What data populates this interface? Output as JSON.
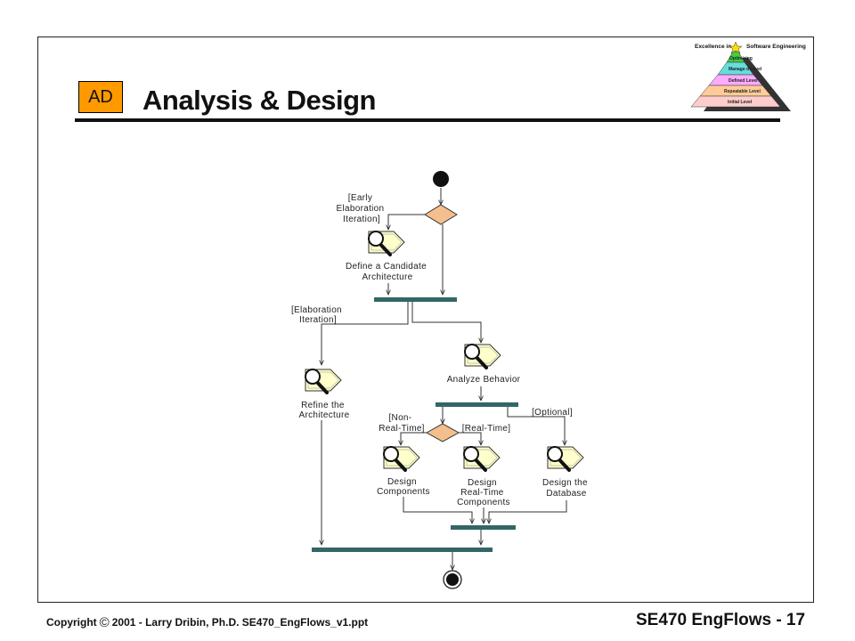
{
  "header": {
    "badge": "AD",
    "title": "Analysis & Design"
  },
  "pyramid": {
    "caption_left": "Excellence in",
    "caption_right": "Software Engineering",
    "levels": [
      "Optimizing",
      "Manage d Level",
      "Defined Level",
      "Repeatable Level",
      "Initial Level"
    ],
    "colors": [
      "#44cc44",
      "#66dddd",
      "#ffaaff",
      "#ffcc99",
      "#ffcccc"
    ]
  },
  "diagram": {
    "guards": {
      "early_elaboration": [
        "[Early",
        "Elaboration",
        "Iteration]"
      ],
      "elaboration": [
        "[Elaboration",
        "Iteration]"
      ],
      "non_real_time": [
        "[Non-",
        "Real-Time]"
      ],
      "real_time": "[Real-Time]",
      "optional": "[Optional]"
    },
    "activities": {
      "define_candidate": [
        "Define a Candidate",
        "Architecture"
      ],
      "analyze_behavior": [
        "Analyze Behavior"
      ],
      "refine_architecture": [
        "Refine the",
        "Architecture"
      ],
      "design_components": [
        "Design",
        "Components"
      ],
      "design_realtime": [
        "Design",
        "Real-Time",
        "Components"
      ],
      "design_database": [
        "Design the",
        "Database"
      ]
    },
    "colors": {
      "decision": "#f4bf8c",
      "sync_bar": "#336666",
      "icon_fill": "#ffffcc"
    }
  },
  "footer": {
    "copyright_prefix": "Copyright",
    "copyright_symbol": "©",
    "copyright_text": "2001 - Larry Dribin, Ph.D. SE470_EngFlows_v1.ppt",
    "page_label": "SE470 EngFlows -  17"
  }
}
